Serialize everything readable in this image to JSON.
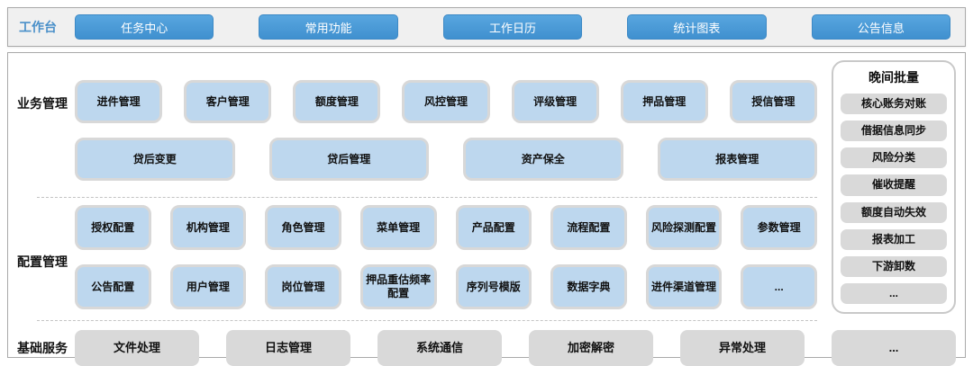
{
  "topbar": {
    "label": "工作台",
    "buttons": [
      "任务中心",
      "常用功能",
      "工作日历",
      "统计图表",
      "公告信息"
    ]
  },
  "sections": {
    "business": {
      "label": "业务管理",
      "row1": [
        "进件管理",
        "客户管理",
        "额度管理",
        "风控管理",
        "评级管理",
        "押品管理",
        "授信管理"
      ],
      "row2": [
        "贷后变更",
        "贷后管理",
        "资产保全",
        "报表管理"
      ]
    },
    "config": {
      "label": "配置管理",
      "row1": [
        "授权配置",
        "机构管理",
        "角色管理",
        "菜单管理",
        "产品配置",
        "流程配置",
        "风险探测配置",
        "参数管理"
      ],
      "row2": [
        "公告配置",
        "用户管理",
        "岗位管理",
        "押品重估频率配置",
        "序列号模版",
        "数据字典",
        "进件渠道管理",
        "..."
      ]
    },
    "base": {
      "label": "基础服务",
      "items": [
        "文件处理",
        "日志管理",
        "系统通信",
        "加密解密",
        "异常处理",
        "..."
      ]
    }
  },
  "night_batch": {
    "title": "晚间批量",
    "items": [
      "核心账务对账",
      "借据信息同步",
      "风险分类",
      "催收提醒",
      "额度自动失效",
      "报表加工",
      "下游卸数",
      "..."
    ]
  },
  "colors": {
    "accent_blue": "#4a9bd5",
    "module_blue": "#bdd7ee",
    "module_gray": "#d9d9d9",
    "workbench_text": "#4a90c9"
  }
}
